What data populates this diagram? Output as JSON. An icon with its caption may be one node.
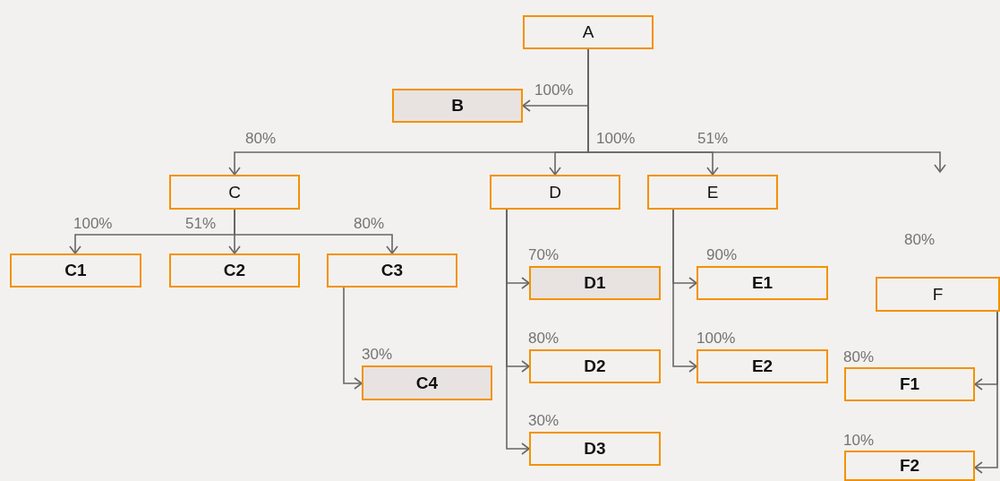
{
  "diagram": {
    "nodes": [
      {
        "text": [
          "A"
        ]
      },
      {
        "text": [
          "B"
        ]
      },
      {
        "text": [
          "C"
        ]
      },
      {
        "text": [
          "D"
        ]
      },
      {
        "text": [
          "E"
        ]
      },
      {
        "text": [
          "F"
        ],
        "beside": [
          "80%"
        ]
      },
      {
        "text": [
          "C1"
        ]
      },
      {
        "text": [
          "C2"
        ]
      },
      {
        "text": [
          "C3"
        ]
      },
      {
        "text": [
          "C4"
        ]
      },
      {
        "text": [
          "D1"
        ]
      },
      {
        "text": [
          "D2"
        ]
      },
      {
        "text": [
          "D3"
        ]
      },
      {
        "text": [
          "E1"
        ]
      },
      {
        "text": [
          "E2"
        ]
      },
      {
        "text": [
          "F1"
        ],
        "beside": [
          "80%"
        ]
      },
      {
        "text": [
          "F2"
        ],
        "beside": [
          "10%"
        ]
      }
    ],
    "edges": [
      {
        "from": 0,
        "to": 1,
        "arrow": "to",
        "label": "100%"
      },
      {
        "from": 0,
        "to": 2,
        "arrow": "to",
        "label": "80%"
      },
      {
        "from": 0,
        "to": 3,
        "arrow": "to",
        "label": "100%"
      },
      {
        "from": 0,
        "to": 4,
        "arrow": "to",
        "label": "51%"
      },
      {
        "from": 0,
        "to": null,
        "arrow": "to"
      },
      {
        "from": 2,
        "to": 6,
        "arrow": "to",
        "label": "100%"
      },
      {
        "from": 2,
        "to": 7,
        "arrow": "to",
        "label": "51%"
      },
      {
        "from": 2,
        "to": 8,
        "arrow": "to",
        "label": "80%"
      },
      {
        "from": 8,
        "to": 9,
        "arrow": "to",
        "label": "30%"
      },
      {
        "from": 3,
        "to": 10,
        "arrow": "to",
        "label": "70%"
      },
      {
        "from": 3,
        "to": 11,
        "arrow": "to",
        "label": "80%"
      },
      {
        "from": 3,
        "to": 12,
        "arrow": "to",
        "label": "30%"
      },
      {
        "from": 4,
        "to": 13,
        "arrow": "to",
        "label": "90%"
      },
      {
        "from": 4,
        "to": 14,
        "arrow": "to",
        "label": "100%"
      },
      {
        "from": 5,
        "to": 15,
        "arrow": "to"
      },
      {
        "from": 5,
        "to": 16,
        "arrow": "to"
      }
    ]
  }
}
